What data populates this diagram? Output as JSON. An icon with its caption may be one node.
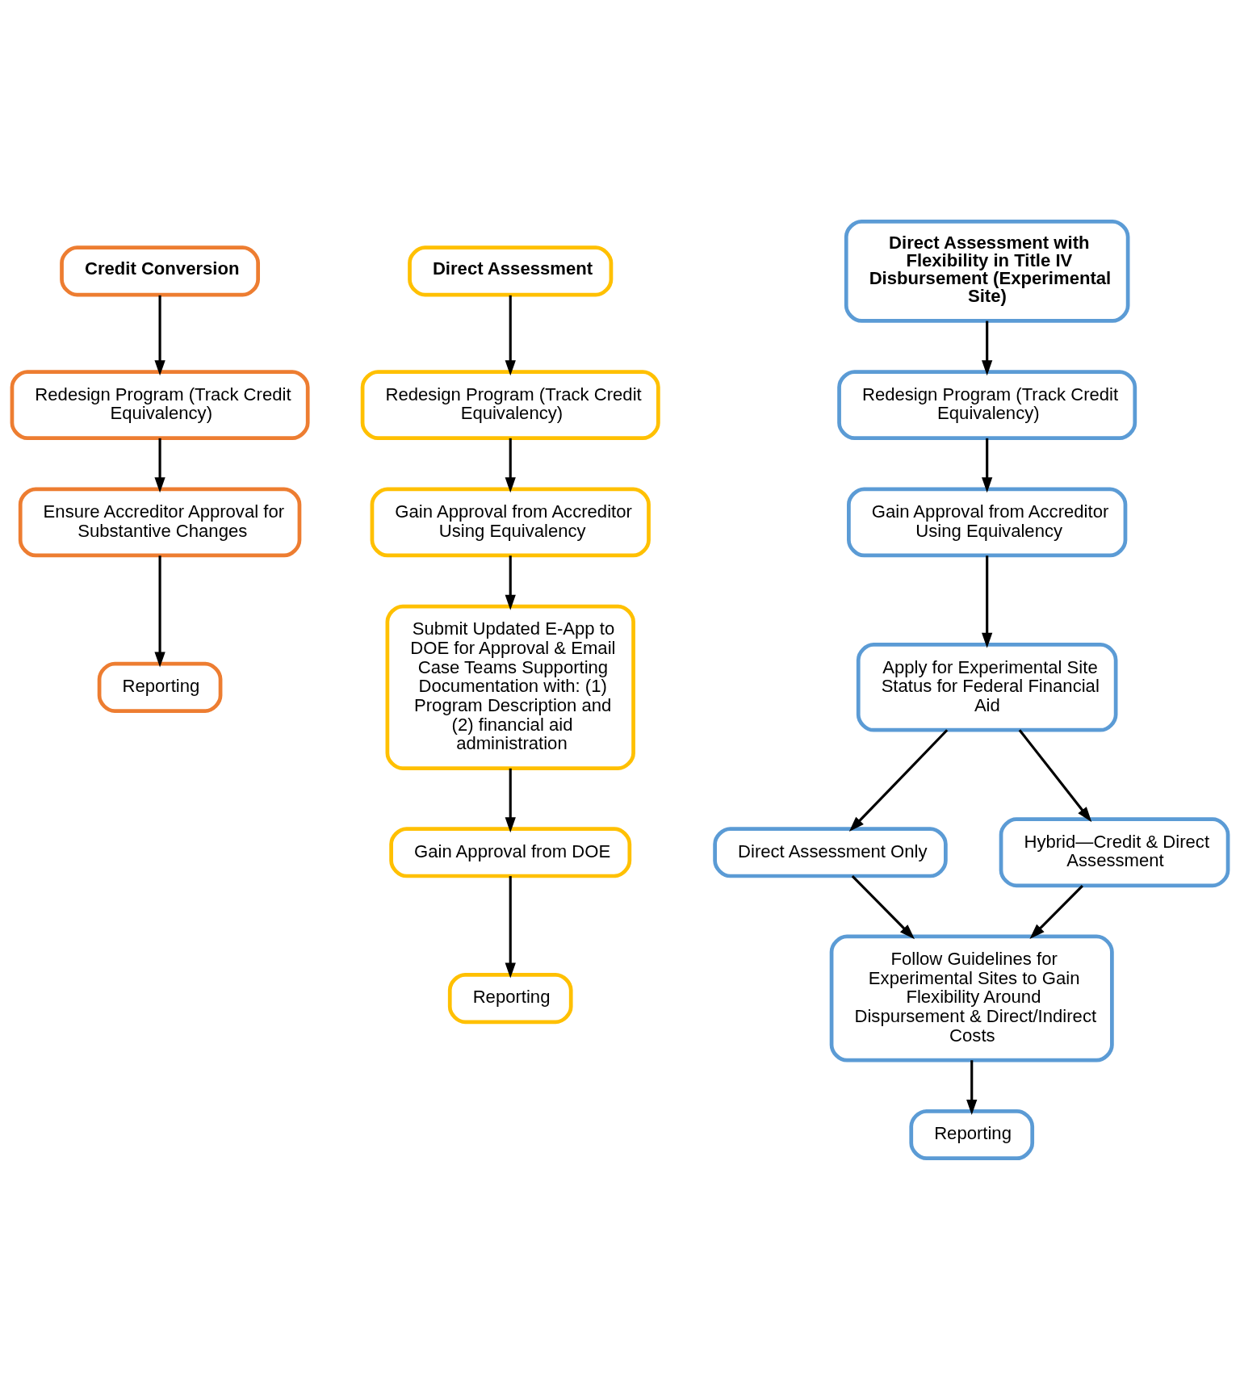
{
  "diagram": {
    "nodes": [
      {
        "text": [
          "Credit Conversion"
        ]
      },
      {
        "text": [
          "Redesign Program (Track Credit Equivalency)"
        ]
      },
      {
        "text": [
          "Ensure Accreditor Approval for Substantive Changes"
        ]
      },
      {
        "text": [
          "Reporting"
        ]
      },
      {
        "text": [
          "Direct Assessment"
        ]
      },
      {
        "text": [
          "Redesign Program (Track Credit Equivalency)"
        ]
      },
      {
        "text": [
          "Gain Approval from Accreditor Using Equivalency"
        ]
      },
      {
        "text": [
          "Submit Updated E-App to DOE for Approval & Email Case Teams Supporting Documentation with: (1) Program Description and (2) financial aid administration"
        ]
      },
      {
        "text": [
          "Gain Approval from DOE"
        ]
      },
      {
        "text": [
          "Reporting"
        ]
      },
      {
        "text": [
          "Direct Assessment with Flexibility in Title IV Disbursement (Experimental Site)"
        ]
      },
      {
        "text": [
          "Redesign Program (Track Credit Equivalency)"
        ]
      },
      {
        "text": [
          "Gain Approval from Accreditor Using Equivalency"
        ]
      },
      {
        "text": [
          "Apply for Experimental Site Status for Federal Financial Aid"
        ]
      },
      {
        "text": [
          "Direct Assessment Only"
        ]
      },
      {
        "text": [
          "Hybrid—Credit & Direct Assessment"
        ]
      },
      {
        "text": [
          "Follow Guidelines for Experimental Sites to Gain Flexibility Around Dispursement & Direct/Indirect Costs"
        ]
      },
      {
        "text": [
          "Reporting"
        ]
      }
    ],
    "edges": [
      {
        "from": 0,
        "to": 1,
        "arrow": "to"
      },
      {
        "from": 1,
        "to": 2,
        "arrow": "to"
      },
      {
        "from": 2,
        "to": 3,
        "arrow": "to"
      },
      {
        "from": 4,
        "to": 5,
        "arrow": "to"
      },
      {
        "from": 5,
        "to": 6,
        "arrow": "to"
      },
      {
        "from": 6,
        "to": 7,
        "arrow": "to"
      },
      {
        "from": 7,
        "to": 8,
        "arrow": "to"
      },
      {
        "from": 8,
        "to": 9,
        "arrow": "to"
      },
      {
        "from": 10,
        "to": 11,
        "arrow": "to"
      },
      {
        "from": 11,
        "to": 12,
        "arrow": "to"
      },
      {
        "from": 12,
        "to": 13,
        "arrow": "to"
      },
      {
        "from": 13,
        "to": 14,
        "arrow": "to"
      },
      {
        "from": 13,
        "to": 15,
        "arrow": "to"
      },
      {
        "from": 14,
        "to": 16,
        "arrow": "to"
      },
      {
        "from": 15,
        "to": 16,
        "arrow": "to"
      },
      {
        "from": 16,
        "to": 17,
        "arrow": "to"
      }
    ]
  }
}
